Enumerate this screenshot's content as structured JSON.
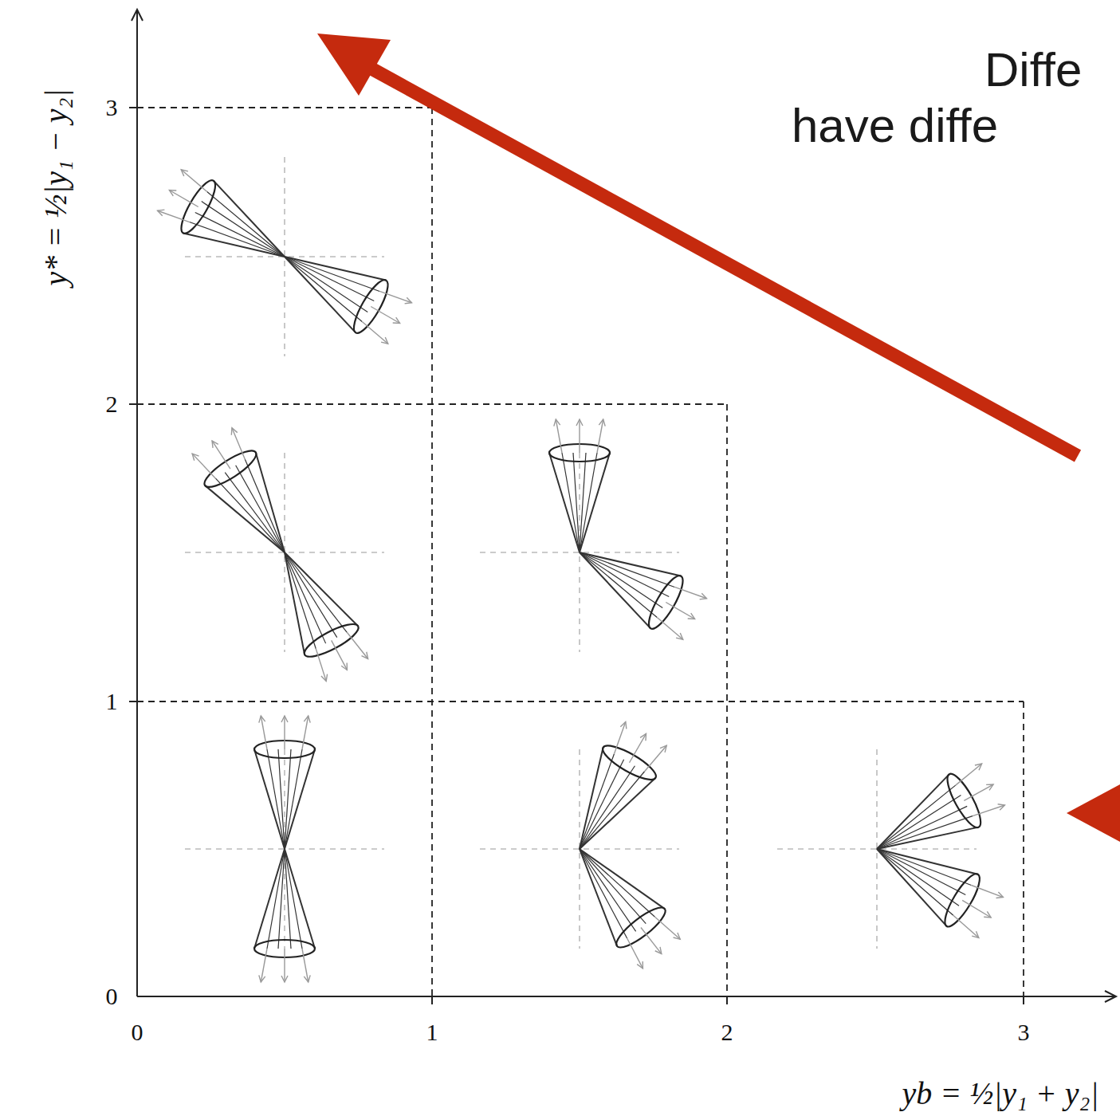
{
  "diagram": {
    "labels": [
      "Diffe",
      "have diffe",
      "3",
      "2",
      "1",
      "0",
      "0",
      "1",
      "2",
      "3",
      "y* = ½|y₁ − y₂|",
      "yb = ½|y₁ + y₂|"
    ]
  }
}
